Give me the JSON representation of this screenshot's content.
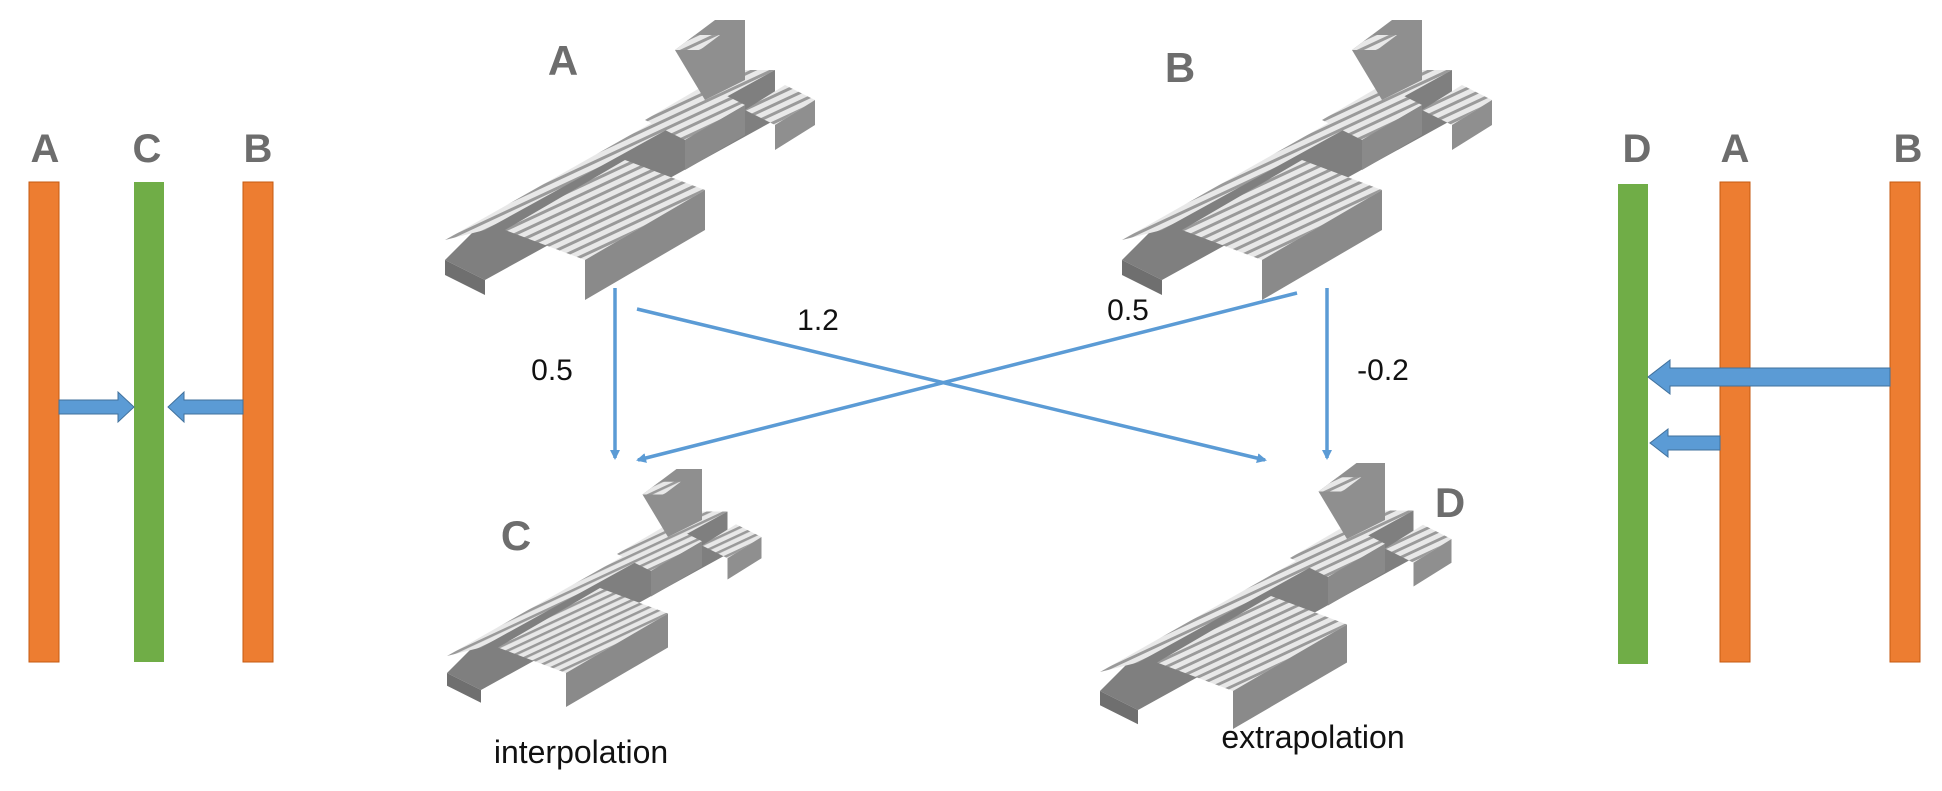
{
  "colors": {
    "orange": "#ed7d31",
    "green": "#70ad47",
    "arrow": "#5b9bd5",
    "label": "#6d6d6d",
    "voxel_top": "#e6e6e6",
    "voxel_side": "#8f8f8f"
  },
  "left_diagram": {
    "bar_a": "A",
    "bar_c": "C",
    "bar_b": "B"
  },
  "right_diagram": {
    "bar_d": "D",
    "bar_a": "A",
    "bar_b": "B"
  },
  "models": {
    "a": "A",
    "b": "B",
    "c": "C",
    "d": "D"
  },
  "weights": {
    "a_to_c": "0.5",
    "a_to_d": "1.2",
    "b_to_c": "0.5",
    "b_to_d": "-0.2"
  },
  "captions": {
    "interpolation": "interpolation",
    "extrapolation": "extrapolation"
  }
}
